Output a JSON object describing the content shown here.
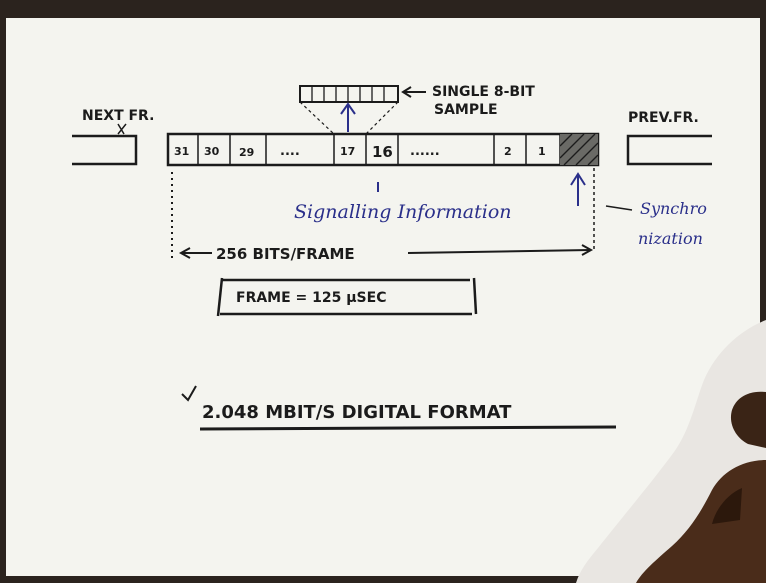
{
  "labels": {
    "next_frame": "NEXT FR.",
    "prev_frame": "PREV.FR.",
    "sample_line1": "SINGLE 8-BIT",
    "sample_line2": "SAMPLE",
    "signalling": "Signalling Information",
    "sync_line1": "Synchro",
    "sync_line2": "nization",
    "bits_per_frame": "256 BITS/FRAME",
    "frame_duration": "FRAME = 125 µSEC",
    "title": "2.048 MBIT/S DIGITAL FORMAT"
  },
  "slots": {
    "s31": "31",
    "s30": "30",
    "s29": "29",
    "dots_left": "....",
    "s17": "17",
    "s16": "16",
    "dots_right": "......",
    "s2": "2",
    "s1": "1"
  },
  "colors": {
    "paper": "#f4f4ef",
    "ink": "#1b1b1b",
    "blue_ink": "#2a2f8a"
  }
}
